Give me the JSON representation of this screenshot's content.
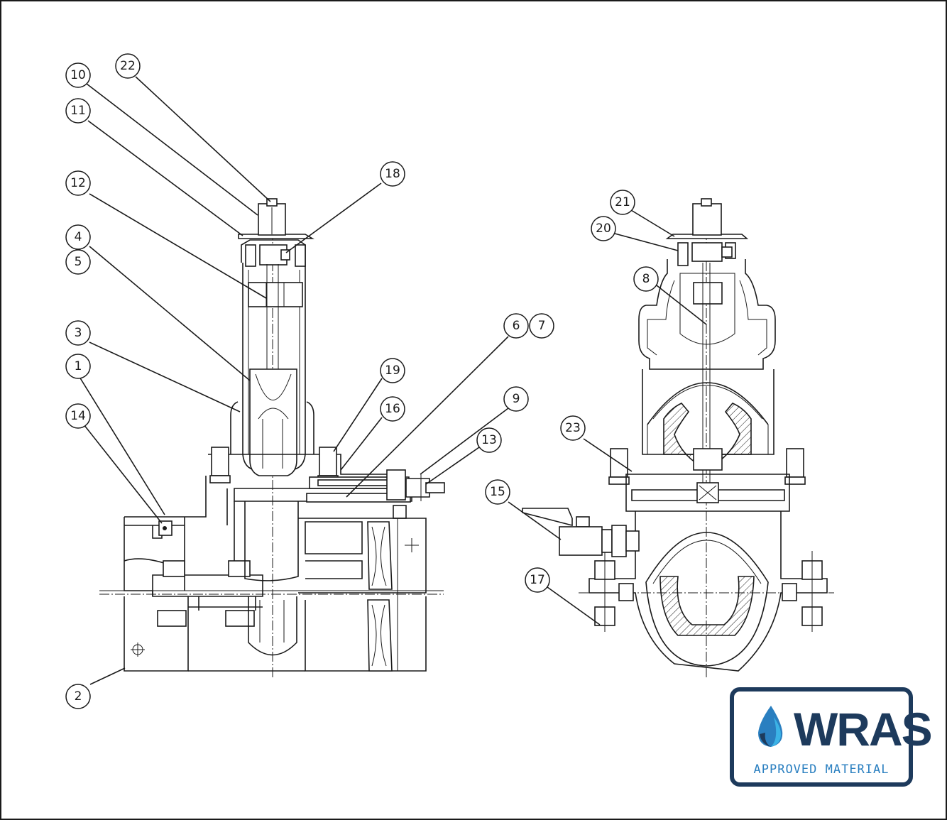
{
  "diagram": {
    "callouts": [
      "22",
      "10",
      "11",
      "12",
      "4",
      "5",
      "3",
      "1",
      "14",
      "18",
      "19",
      "16",
      "6",
      "7",
      "9",
      "13",
      "2",
      "21",
      "20",
      "8",
      "23",
      "15",
      "17"
    ]
  },
  "logo": {
    "name": "WRAS",
    "tagline": "APPROVED MATERIAL",
    "colors": {
      "navy": "#1d3a5c",
      "blue": "#2a7fc0",
      "light_blue": "#3bb3e6"
    },
    "icon": "water-drop-icon"
  }
}
